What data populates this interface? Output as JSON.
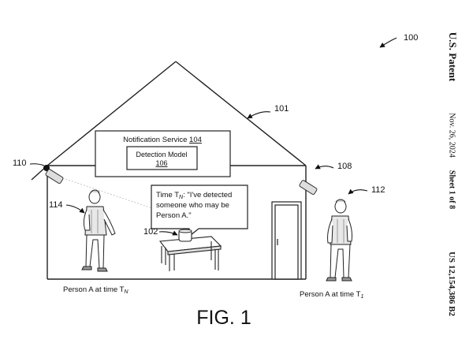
{
  "figure": {
    "caption": "FIG. 1",
    "system_ref": "100",
    "house_ref": "101",
    "device_ref": "102",
    "camera_left_ref": "110",
    "camera_right_ref": "108",
    "person_left_ref": "114",
    "person_right_ref": "112"
  },
  "notification_service": {
    "label": "Notification Service",
    "ref": "104"
  },
  "detection_model": {
    "label": "Detection Model",
    "ref": "106"
  },
  "speech_bubble": {
    "time_prefix": "Time T",
    "time_sub": "N",
    "line1_rest": ": \"I've detected",
    "line2": "someone who may be",
    "line3": "Person A.\""
  },
  "person_left_caption": {
    "text": "Person A at time T",
    "sub": "N"
  },
  "person_right_caption": {
    "text": "Person A at time T",
    "sub": "1"
  },
  "patent_header": {
    "title": "U.S. Patent",
    "date": "Nov. 26, 2024",
    "sheet": "Sheet 1 of 8",
    "number": "US 12,154,386 B2"
  }
}
